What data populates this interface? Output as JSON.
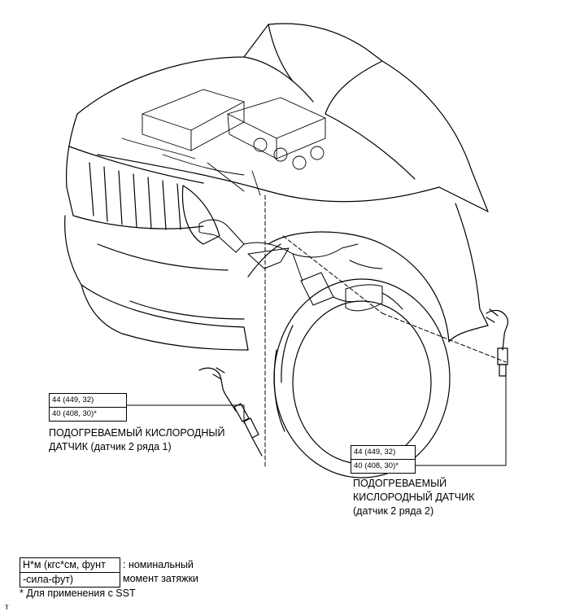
{
  "sensor1": {
    "torque_lines": [
      "44 (449, 32)",
      "40 (408, 30)*"
    ],
    "label_lines": [
      "ПОДОГРЕВАЕМЫЙ КИСЛОРОДНЫЙ",
      "ДАТЧИК (датчик 2 ряда 1)"
    ]
  },
  "sensor2": {
    "torque_lines": [
      "44 (449, 32)",
      "40 (408, 30)*"
    ],
    "label_lines": [
      "ПОДОГРЕВАЕМЫЙ",
      "КИСЛОРОДНЫЙ ДАТЧИК",
      "(датчик 2 ряда 2)"
    ]
  },
  "legend": {
    "unit_lines": [
      "Н*м (кгс*см, фунт",
      "-сила-фут)"
    ],
    "desc_lines": [
      ": номинальный",
      "момент затяжки"
    ],
    "footnote": "* Для применения с SST"
  },
  "corner_mark": "т"
}
